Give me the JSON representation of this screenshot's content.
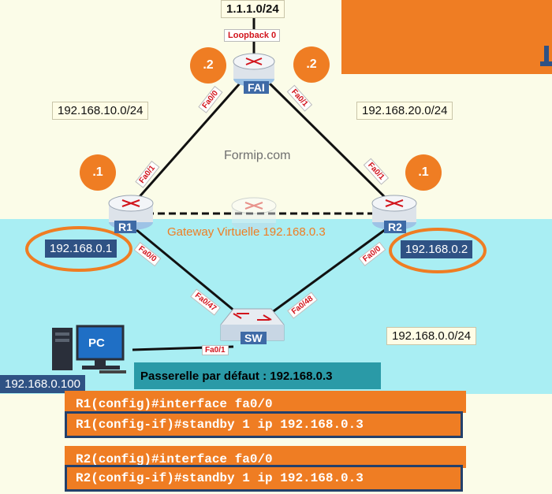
{
  "networks": {
    "loopback_net": "1.1.1.0/24",
    "left_wan": "192.168.10.0/24",
    "right_wan": "192.168.20.0/24",
    "lan": "192.168.0.0/24"
  },
  "loopback_label": "Loopback 0",
  "devices": {
    "isp": "FAI",
    "router1": "R1",
    "router2": "R2",
    "switch": "SW",
    "pc": "PC"
  },
  "host_ids": {
    "isp_left": ".2",
    "isp_right": ".2",
    "r1": ".1",
    "r2": ".1"
  },
  "interfaces": {
    "isp_left": "Fa0/0",
    "isp_right": "Fa0/1",
    "r1_up": "Fa0/1",
    "r2_up": "Fa0/1",
    "r1_down": "Fa0/0",
    "r2_down": "Fa0/0",
    "sw_left": "Fa0/47",
    "sw_right": "Fa0/48",
    "sw_pc": "Fa0/1"
  },
  "ips": {
    "r1": "192.168.0.1",
    "r2": "192.168.0.2",
    "pc": "192.168.0.100"
  },
  "gateway_virtual": "Gateway Virtuelle 192.168.0.3",
  "watermark": "Formip.com",
  "default_gateway": "Passerelle par défaut : 192.168.0.3",
  "commands": {
    "r1_config": "R1(config)#interface fa0/0",
    "r1_standby": "R1(config-if)#standby 1 ip 192.168.0.3",
    "r2_config": "R2(config)#interface fa0/0",
    "r2_standby": "R2(config-if)#standby 1 ip 192.168.0.3"
  },
  "colors": {
    "orange": "#ef7d23",
    "lan": "#a9eef3",
    "navy": "#2f5284",
    "iface_red": "#d2141c",
    "teal": "#2a9aa7"
  }
}
